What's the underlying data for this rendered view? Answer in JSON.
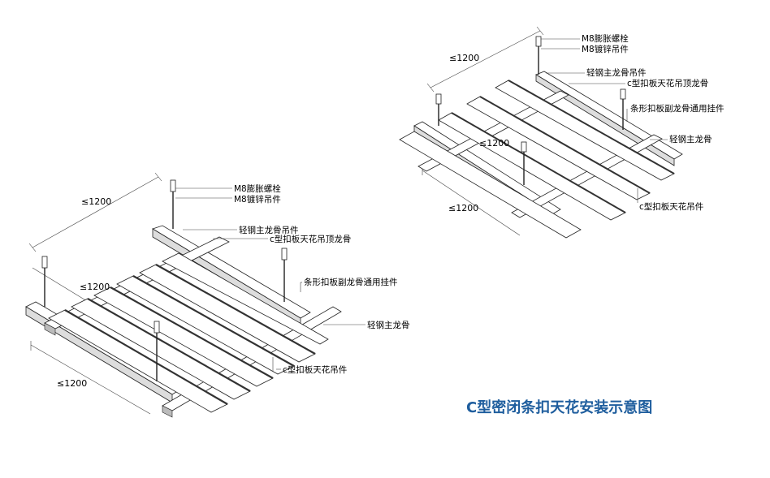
{
  "title": "C型密闭条扣天花安装示意图",
  "colors": {
    "title": "#1f5e9e",
    "lines": "#222222",
    "panel": "#333333"
  },
  "left": {
    "labels": {
      "bolt": "M8膨胀螺栓",
      "rod": "M8镀锌吊件",
      "main_hanger": "轻钢主龙骨吊件",
      "c_keel": "c型扣板天花吊顶龙骨",
      "hook": "条形扣板副龙骨通用挂件",
      "main_keel": "轻钢主龙骨",
      "c_hanger": "c型扣板天花吊件"
    },
    "dims": {
      "top": "≤1200",
      "mid": "≤1200",
      "bottom": "≤1200"
    }
  },
  "right": {
    "labels": {
      "bolt": "M8膨胀螺栓",
      "rod": "M8镀锌吊件",
      "main_hanger": "轻钢主龙骨吊件",
      "c_keel": "c型扣板天花吊顶龙骨",
      "hook": "条形扣板副龙骨通用挂件",
      "main_keel": "轻钢主龙骨",
      "c_hanger": "c型扣板天花吊件"
    },
    "dims": {
      "top": "≤1200",
      "mid": "≤1200",
      "bottom": "≤1200"
    }
  }
}
